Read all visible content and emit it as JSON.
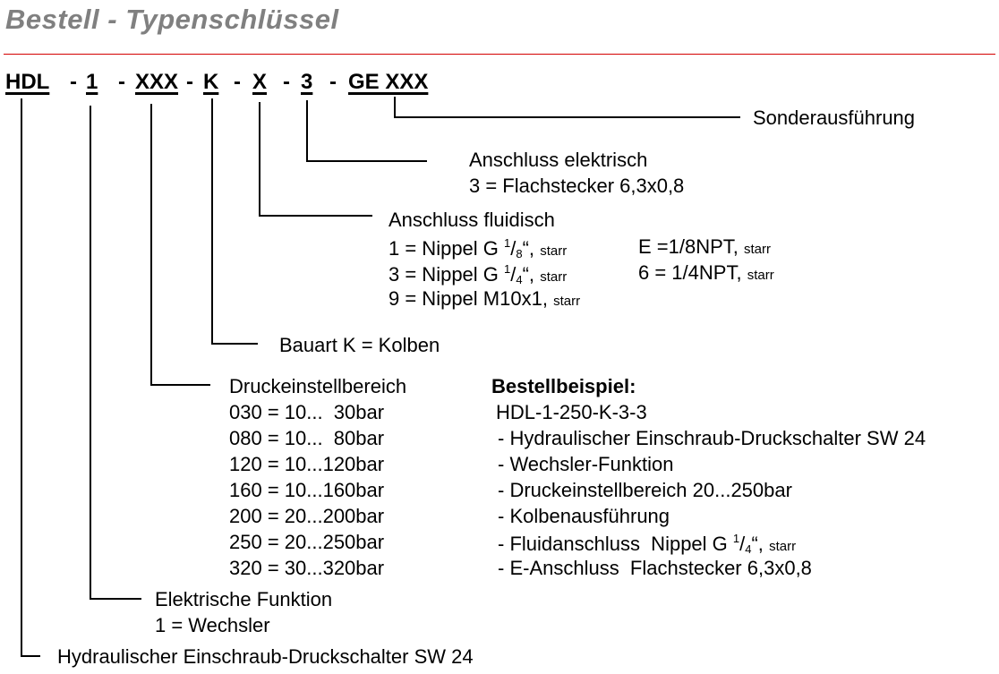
{
  "title": "Bestell - Typenschlüssel",
  "colors": {
    "title": "#808080",
    "rule": "#d40000",
    "text": "#000000"
  },
  "code": {
    "segments": [
      "HDL",
      "1",
      "XXX",
      "K",
      "X",
      "3",
      "GE XXX"
    ],
    "separator": "-"
  },
  "sections": {
    "sonder": {
      "label": "Sonderausführung"
    },
    "elektrisch": {
      "label": "Anschluss elektrisch",
      "options": [
        "3 = Flachstecker 6,3x0,8"
      ]
    },
    "fluidisch": {
      "label": "Anschluss fluidisch",
      "options": [
        {
          "code": "1 = Nippel G ",
          "num": "1",
          "den": "8",
          "suffix": "“,",
          "note": "starr"
        },
        {
          "code": "3 = Nippel G ",
          "num": "1",
          "den": "4",
          "suffix": "“,",
          "note": "starr"
        },
        {
          "code": "9 = Nippel M10x1,",
          "note": "starr"
        },
        {
          "code": "E =1/8NPT,",
          "note": "starr"
        },
        {
          "code": "6 = 1/4NPT,",
          "note": "starr"
        }
      ]
    },
    "bauart": {
      "label": "Bauart K = Kolben"
    },
    "druck": {
      "label": "Druckeinstellbereich",
      "options": [
        "030 = 10...  30bar",
        "080 = 10...  80bar",
        "120 = 10...120bar",
        "160 = 10...160bar",
        "200 = 20...200bar",
        "250 = 20...250bar",
        "320 = 30...320bar"
      ]
    },
    "funktion": {
      "label": "Elektrische Funktion",
      "options": [
        "1 = Wechsler"
      ]
    },
    "typ": {
      "label": "Hydraulischer Einschraub-Druckschalter SW 24"
    }
  },
  "example": {
    "heading": "Bestellbeispiel:",
    "code": "HDL-1-250-K-3-3",
    "lines": [
      "- Hydraulischer Einschraub-Druckschalter SW 24",
      "- Wechsler-Funktion",
      "- Druckeinstellbereich 20...250bar",
      "- Kolbenausführung",
      "- Fluidanschluss  Nippel G ",
      "- E-Anschluss  Flachstecker 6,3x0,8"
    ],
    "fluid_frac": {
      "num": "1",
      "den": "4",
      "suffix": "“,",
      "note": "starr"
    }
  }
}
